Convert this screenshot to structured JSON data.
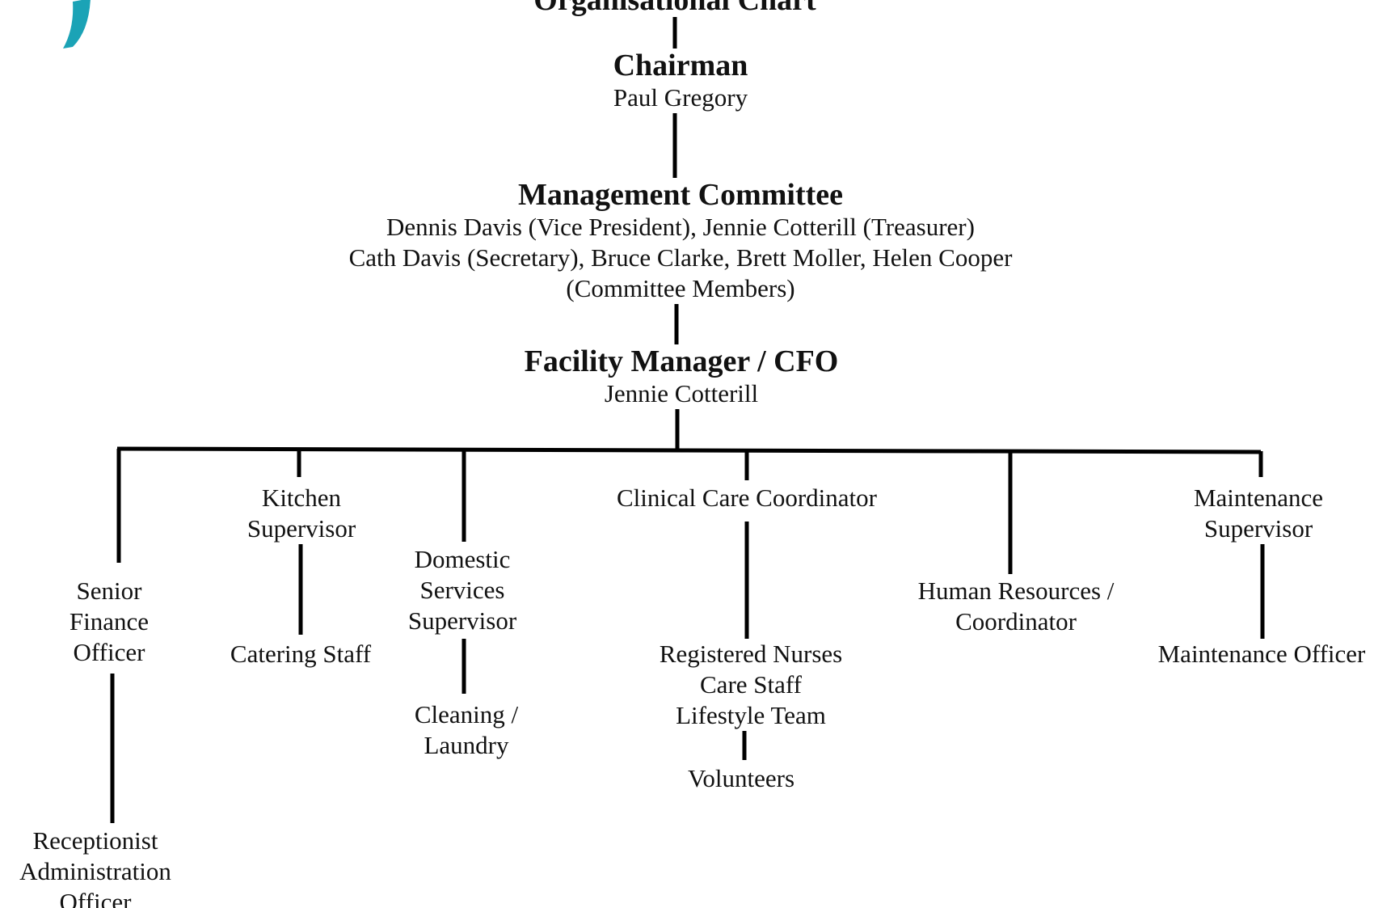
{
  "chart": {
    "title": "Organisational Chart"
  },
  "chairman": {
    "title": "Chairman",
    "name": "Paul Gregory"
  },
  "committee": {
    "title": "Management Committee",
    "members": [
      "Dennis Davis (Vice President), Jennie Cotterill (Treasurer)",
      "Cath Davis (Secretary), Bruce Clarke, Brett Moller, Helen Cooper",
      "(Committee Members)"
    ]
  },
  "manager": {
    "title": "Facility Manager / CFO",
    "name": "Jennie Cotterill"
  },
  "departments": {
    "finance": {
      "head": [
        "Senior",
        "Finance",
        "Officer"
      ],
      "staff": [
        "Receptionist",
        "Administration",
        "Officer"
      ]
    },
    "kitchen": {
      "head": [
        "Kitchen",
        "Supervisor"
      ],
      "staff": [
        "Catering Staff"
      ]
    },
    "domestic": {
      "head": [
        "Domestic",
        "Services",
        "Supervisor"
      ],
      "staff": [
        "Cleaning /",
        "Laundry"
      ]
    },
    "clinical": {
      "head": [
        "Clinical Care Coordinator"
      ],
      "staff": [
        "Registered Nurses",
        "Care Staff",
        "Lifestyle Team"
      ],
      "sub_staff": [
        "Volunteers"
      ]
    },
    "hr": {
      "head": [
        "Human Resources /",
        "Coordinator"
      ]
    },
    "maintenance": {
      "head": [
        "Maintenance",
        "Supervisor"
      ],
      "staff": [
        "Maintenance Officer"
      ]
    }
  },
  "colors": {
    "lines": "#000000",
    "logo_teal": "#1ba3b6",
    "logo_green": "#7cc242"
  }
}
